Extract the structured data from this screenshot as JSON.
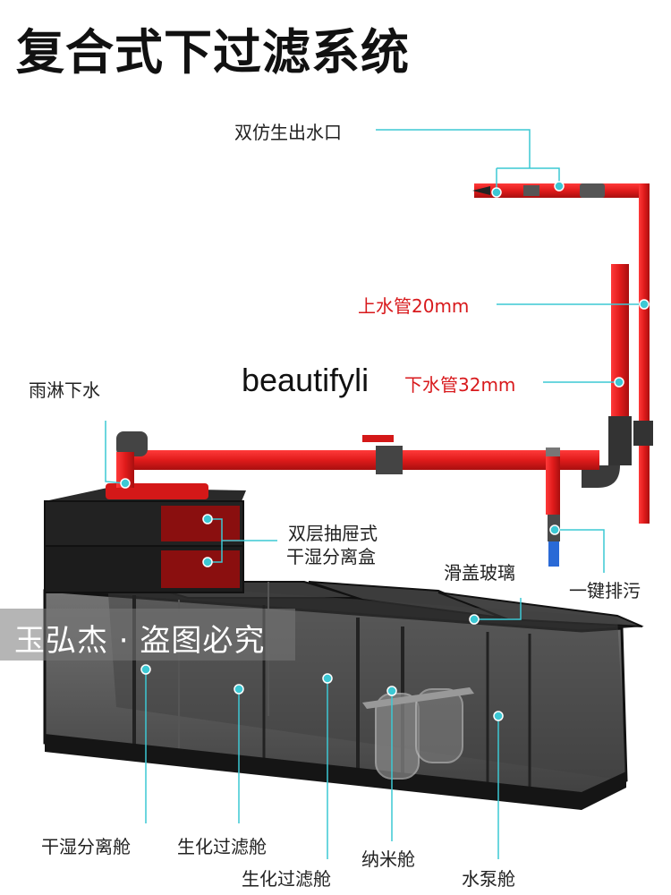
{
  "title": "复合式下过滤系统",
  "brand": "beautifyli",
  "watermark": "玉弘杰 · 盗图必究",
  "labels": {
    "outlet": "双仿生出水口",
    "up_pipe": "上水管20mm",
    "down_pipe": "下水管32mm",
    "rain": "雨淋下水",
    "drawer_line1": "双层抽屉式",
    "drawer_line2": "干湿分离盒",
    "glass": "滑盖玻璃",
    "drain": "一键排污",
    "dry_wet": "干湿分离舱",
    "bio1": "生化过滤舱",
    "bio2": "生化过滤舱",
    "nano": "纳米舱",
    "pump": "水泵舱"
  },
  "colors": {
    "pipe_red": "#e01b1b",
    "pointer_cyan": "#3cc8d4",
    "label_red": "#d8191c",
    "tank_dark": "#1e1e1e"
  }
}
